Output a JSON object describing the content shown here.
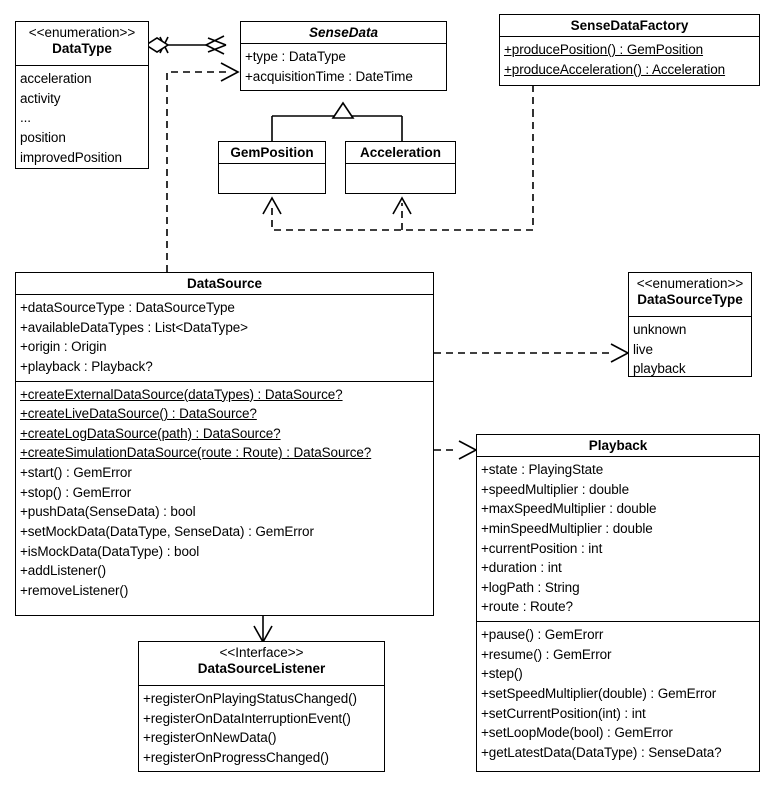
{
  "diagram": {
    "title": "UML class diagram",
    "stroke_color": "#000000",
    "background_color": "#ffffff"
  },
  "classes": {
    "data_type": {
      "stereotype": "<<enumeration>>",
      "name": "DataType",
      "literals": [
        "acceleration",
        "activity",
        "...",
        "position",
        "improvedPosition"
      ]
    },
    "sense_data": {
      "name": "SenseData",
      "abstract": true,
      "attributes": [
        "+type : DataType",
        "+acquisitionTime : DateTime"
      ]
    },
    "sense_data_factory": {
      "name": "SenseDataFactory",
      "methods": [
        {
          "label": "+producePosition() : GemPosition",
          "static": true
        },
        {
          "label": "+produceAcceleration() : Acceleration",
          "static": true
        }
      ]
    },
    "gem_position": {
      "name": "GemPosition",
      "members": []
    },
    "acceleration": {
      "name": "Acceleration",
      "members": []
    },
    "data_source": {
      "name": "DataSource",
      "attributes": [
        "+dataSourceType : DataSourceType",
        "+availableDataTypes : List<DataType>",
        "+origin : Origin",
        "+playback : Playback?"
      ],
      "methods": [
        {
          "label": "+createExternalDataSource(dataTypes) : DataSource?",
          "static": true
        },
        {
          "label": "+createLiveDataSource() : DataSource?",
          "static": true
        },
        {
          "label": "+createLogDataSource(path) : DataSource?",
          "static": true
        },
        {
          "label": "+createSimulationDataSource(route : Route) : DataSource?",
          "static": true
        },
        {
          "label": "+start() : GemError",
          "static": false
        },
        {
          "label": "+stop() : GemError",
          "static": false
        },
        {
          "label": "+pushData(SenseData) : bool",
          "static": false
        },
        {
          "label": "+setMockData(DataType, SenseData) : GemError",
          "static": false
        },
        {
          "label": "+isMockData(DataType) : bool",
          "static": false
        },
        {
          "label": "+addListener()",
          "static": false
        },
        {
          "label": "+removeListener()",
          "static": false
        }
      ]
    },
    "data_source_type": {
      "stereotype": "<<enumeration>>",
      "name": "DataSourceType",
      "literals": [
        "unknown",
        "live",
        "playback"
      ]
    },
    "playback": {
      "name": "Playback",
      "attributes": [
        "+state : PlayingState",
        "+speedMultiplier : double",
        "+maxSpeedMultiplier : double",
        "+minSpeedMultiplier : double",
        "+currentPosition : int",
        "+duration : int",
        "+logPath : String",
        "+route : Route?"
      ],
      "methods": [
        {
          "label": "+pause() : GemErorr",
          "static": false
        },
        {
          "label": "+resume() : GemError",
          "static": false
        },
        {
          "label": "+step()",
          "static": false
        },
        {
          "label": "+setSpeedMultiplier(double) : GemError",
          "static": false
        },
        {
          "label": "+setCurrentPosition(int) : int",
          "static": false
        },
        {
          "label": "+setLoopMode(bool) : GemError",
          "static": false
        },
        {
          "label": "+getLatestData(DataType) : SenseData?",
          "static": false
        }
      ]
    },
    "data_source_listener": {
      "stereotype": "<<Interface>>",
      "name": "DataSourceListener",
      "methods": [
        {
          "label": "+registerOnPlayingStatusChanged()",
          "static": false
        },
        {
          "label": "+registerOnDataInterruptionEvent()",
          "static": false
        },
        {
          "label": "+registerOnNewData()",
          "static": false
        },
        {
          "label": "+registerOnProgressChanged()",
          "static": false
        }
      ]
    }
  },
  "relationships": [
    {
      "name": "sensedata-aggregates-datatype",
      "kind": "aggregation",
      "from": "SenseData",
      "to": "DataType"
    },
    {
      "name": "datatype-dependency-sensedata",
      "kind": "dependency",
      "from": "DataSource",
      "to": "SenseData"
    },
    {
      "name": "gemposition-inherits-sensedata",
      "kind": "generalization",
      "from": "GemPosition",
      "to": "SenseData"
    },
    {
      "name": "acceleration-inherits-sensedata",
      "kind": "generalization",
      "from": "Acceleration",
      "to": "SenseData"
    },
    {
      "name": "factory-creates-gemposition",
      "kind": "dependency",
      "from": "SenseDataFactory",
      "to": "GemPosition"
    },
    {
      "name": "factory-creates-acceleration",
      "kind": "dependency",
      "from": "SenseDataFactory",
      "to": "Acceleration"
    },
    {
      "name": "datasource-uses-datasourcetype",
      "kind": "dependency",
      "from": "DataSource",
      "to": "DataSourceType"
    },
    {
      "name": "datasource-uses-playback",
      "kind": "dependency",
      "from": "DataSource",
      "to": "Playback"
    },
    {
      "name": "datasource-notifies-listener",
      "kind": "association",
      "from": "DataSource",
      "to": "DataSourceListener"
    }
  ]
}
